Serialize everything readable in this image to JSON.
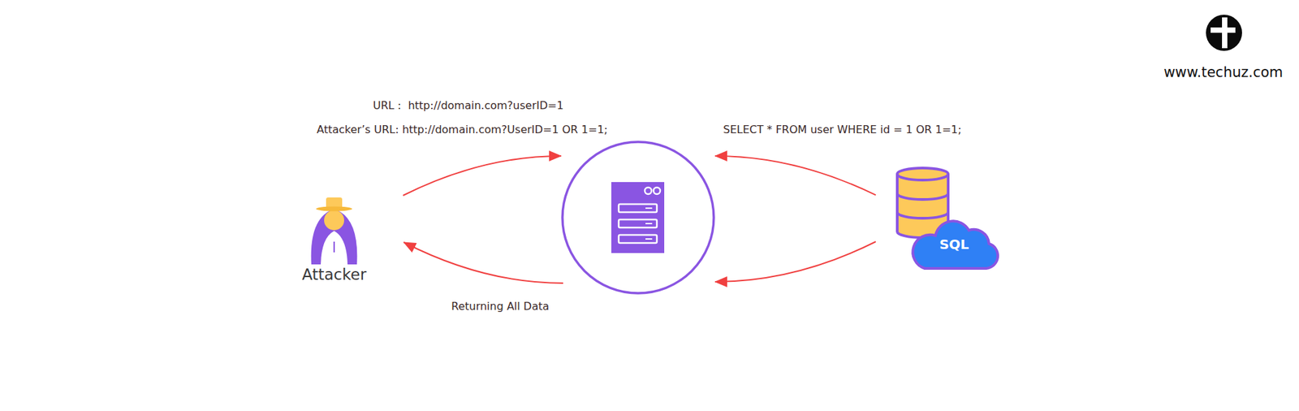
{
  "diagram": {
    "nodes": [
      {
        "text": [
          "Attacker"
        ]
      },
      {
        "text": []
      },
      {
        "text": [
          "SQL"
        ]
      }
    ],
    "edges": [
      {
        "from": 0,
        "to": 1,
        "arrow": "to",
        "label": "Attacker’s URL: http://domain.com?UserID=1 OR 1=1;"
      },
      {
        "from": 1,
        "to": 0,
        "arrow": "to",
        "label": "Returning All Data"
      },
      {
        "from": 2,
        "to": 1,
        "arrow": "to",
        "label": "SELECT * FROM user WHERE id = 1 OR 1=1;"
      },
      {
        "from": 2,
        "to": 1,
        "arrow": "to"
      }
    ],
    "labels": [
      "URL :  http://domain.com?userID=1",
      "www.techuz.com"
    ]
  }
}
